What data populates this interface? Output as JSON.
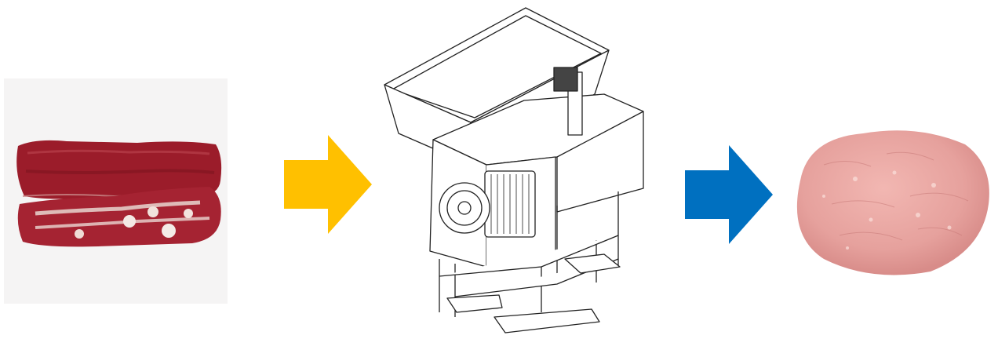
{
  "figure": {
    "type": "process-flow",
    "steps": [
      {
        "name": "raw-meat",
        "icon": "raw-beef-image"
      },
      {
        "name": "grinder",
        "icon": "meat-grinder-machine-drawing"
      },
      {
        "name": "ground-meat",
        "icon": "ground-meat-image"
      }
    ],
    "connectors": [
      {
        "from": "raw-meat",
        "to": "grinder",
        "color": "#FFC000",
        "icon": "arrow-right-icon"
      },
      {
        "from": "grinder",
        "to": "ground-meat",
        "color": "#0070C0",
        "icon": "arrow-right-icon"
      }
    ]
  }
}
